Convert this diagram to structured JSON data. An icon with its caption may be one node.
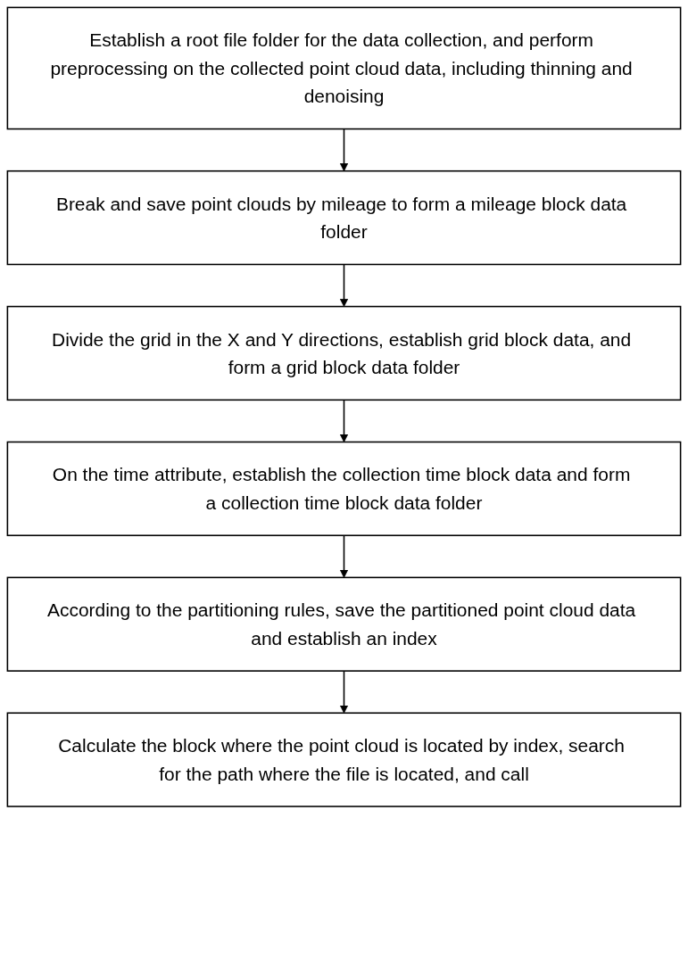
{
  "diagram": {
    "nodes": [
      {
        "text": [
          "Establish a root file folder for the data collection, and perform preprocessing on the collected point cloud data, including thinning and denoising"
        ]
      },
      {
        "text": [
          "Break and save point clouds by mileage to form a mileage block data folder"
        ]
      },
      {
        "text": [
          "Divide the grid in the X and Y directions, establish grid block data, and form a grid block data folder"
        ]
      },
      {
        "text": [
          "On the time attribute, establish the collection time block data and form a collection time block data folder"
        ]
      },
      {
        "text": [
          "According to the partitioning rules, save the partitioned point cloud data and establish an index"
        ]
      },
      {
        "text": [
          "Calculate the block where the point cloud is located by index, search for the path where the file is located, and call"
        ]
      }
    ],
    "edges": [
      {
        "from": 0,
        "to": 1,
        "arrow": "to"
      },
      {
        "from": 1,
        "to": 2,
        "arrow": "to"
      },
      {
        "from": 2,
        "to": 3,
        "arrow": "to"
      },
      {
        "from": 3,
        "to": 4,
        "arrow": "to"
      },
      {
        "from": 4,
        "to": 5,
        "arrow": "to"
      }
    ]
  }
}
